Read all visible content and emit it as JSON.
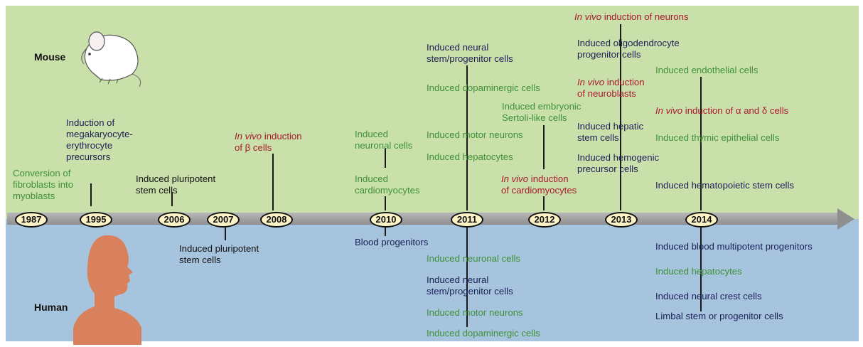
{
  "species": {
    "mouse": "Mouse",
    "human": "Human"
  },
  "years": [
    "1987",
    "1995",
    "2006",
    "2007",
    "2008",
    "2010",
    "2011",
    "2012",
    "2013",
    "2014"
  ],
  "events": [
    {
      "id": "1987-mouse",
      "lines": [
        "Conversion of",
        "fibroblasts into",
        "myoblasts"
      ],
      "color": "green"
    },
    {
      "id": "1995-mouse",
      "lines": [
        "Induction of",
        "megakaryocyte-",
        "erythrocyte",
        "precursors"
      ],
      "color": "navy"
    },
    {
      "id": "2006-mouse",
      "lines": [
        "Induced pluripotent",
        "stem cells"
      ],
      "color": "black"
    },
    {
      "id": "2007-human",
      "lines": [
        "Induced pluripotent",
        "stem cells"
      ],
      "color": "black"
    },
    {
      "id": "2008-mouse",
      "lines": [
        "In vivo induction",
        "of β cells"
      ],
      "color": "red"
    },
    {
      "id": "2010-mouse-a",
      "lines": [
        "Induced",
        "neuronal cells"
      ],
      "color": "green"
    },
    {
      "id": "2010-mouse-b",
      "lines": [
        "Induced",
        "cardiomyocytes"
      ],
      "color": "green"
    },
    {
      "id": "2010-human",
      "lines": [
        "Blood progenitors"
      ],
      "color": "navy"
    },
    {
      "id": "2011-mouse-a",
      "lines": [
        "Induced neural",
        "stem/progenitor cells"
      ],
      "color": "navy"
    },
    {
      "id": "2011-mouse-b",
      "lines": [
        "Induced dopaminergic cells"
      ],
      "color": "green"
    },
    {
      "id": "2011-mouse-c",
      "lines": [
        "Induced motor neurons"
      ],
      "color": "green"
    },
    {
      "id": "2011-mouse-d",
      "lines": [
        "Induced hepatocytes"
      ],
      "color": "green"
    },
    {
      "id": "2011-human-a",
      "lines": [
        "Induced neuronal cells"
      ],
      "color": "green"
    },
    {
      "id": "2011-human-b",
      "lines": [
        "Induced neural",
        "stem/progenitor cells"
      ],
      "color": "navy"
    },
    {
      "id": "2011-human-c",
      "lines": [
        "Induced motor neurons"
      ],
      "color": "green"
    },
    {
      "id": "2011-human-d",
      "lines": [
        "Induced dopaminergic cells"
      ],
      "color": "green"
    },
    {
      "id": "2012-mouse-a",
      "lines": [
        "Induced embryonic",
        "Sertoli-like cells"
      ],
      "color": "green"
    },
    {
      "id": "2012-mouse-b",
      "lines": [
        "In vivo induction",
        "of cardiomyocytes"
      ],
      "color": "red"
    },
    {
      "id": "2013-mouse-a",
      "lines": [
        "In vivo induction of neurons"
      ],
      "color": "red"
    },
    {
      "id": "2013-mouse-b",
      "lines": [
        "Induced oligodendrocyte",
        "progenitor cells"
      ],
      "color": "navy"
    },
    {
      "id": "2013-mouse-c",
      "lines": [
        "In vivo induction",
        "of neuroblasts"
      ],
      "color": "red"
    },
    {
      "id": "2013-mouse-d",
      "lines": [
        "Induced hepatic",
        "stem cells"
      ],
      "color": "navy"
    },
    {
      "id": "2013-mouse-e",
      "lines": [
        "Induced hemogenic",
        "precursor cells"
      ],
      "color": "navy"
    },
    {
      "id": "2014-mouse-a",
      "lines": [
        "Induced endothelial cells"
      ],
      "color": "green"
    },
    {
      "id": "2014-mouse-b",
      "lines": [
        "In vivo induction of α and δ cells"
      ],
      "color": "red"
    },
    {
      "id": "2014-mouse-c",
      "lines": [
        "Induced thymic epithelial cells"
      ],
      "color": "green"
    },
    {
      "id": "2014-mouse-d",
      "lines": [
        "Induced hematopoietic stem cells"
      ],
      "color": "navy"
    },
    {
      "id": "2014-human-a",
      "lines": [
        "Induced blood multipotent progenitors"
      ],
      "color": "navy"
    },
    {
      "id": "2014-human-b",
      "lines": [
        "Induced hepatocytes"
      ],
      "color": "green"
    },
    {
      "id": "2014-human-c",
      "lines": [
        "Induced neural crest cells"
      ],
      "color": "navy"
    },
    {
      "id": "2014-human-d",
      "lines": [
        "Limbal stem or progenitor cells"
      ],
      "color": "navy"
    }
  ],
  "colors": {
    "green": "#3e9138",
    "navy": "#1b1f56",
    "red": "#a9192b",
    "black": "#111111",
    "mouse_band": "#c9e0ab",
    "human_band": "#a6c4de",
    "year_badge": "#fbf3c6"
  },
  "icons": {
    "mouse": "mouse-illustration-icon",
    "human": "human-silhouette-icon"
  }
}
